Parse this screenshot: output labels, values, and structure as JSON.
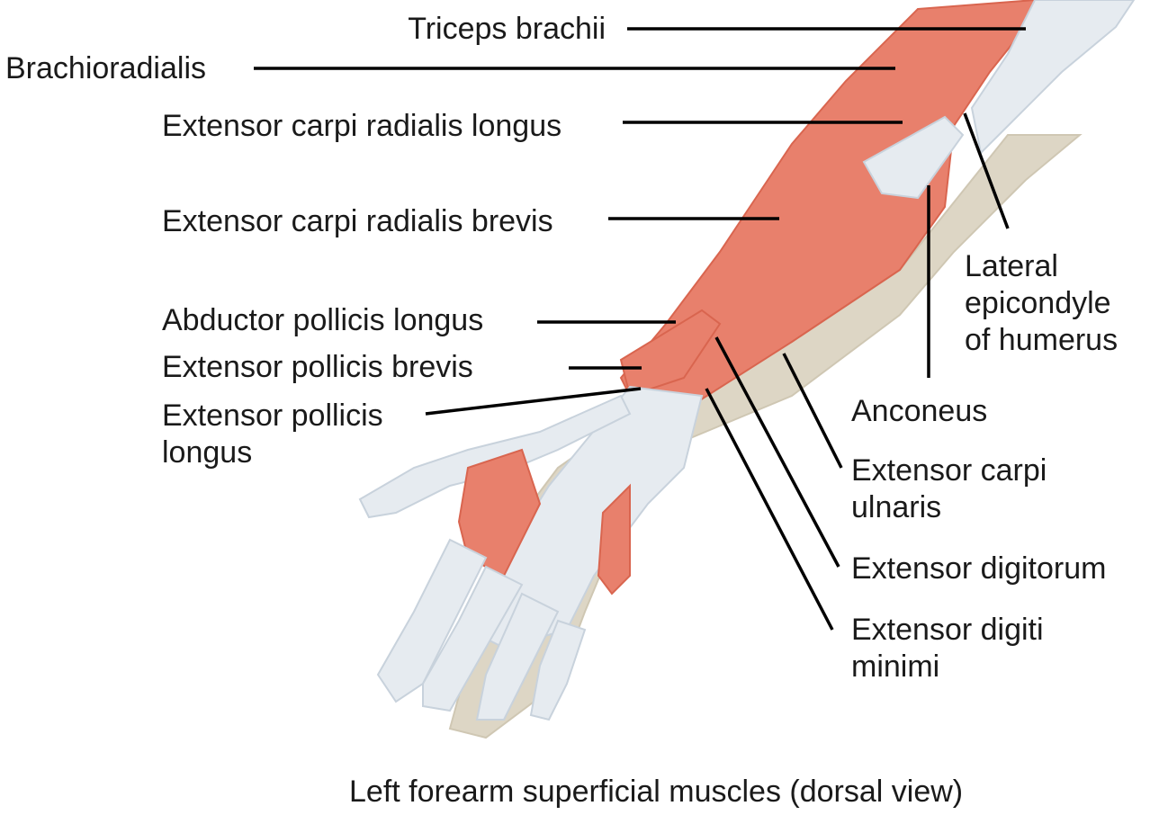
{
  "caption": "Left forearm superficial muscles (dorsal view)",
  "labels": {
    "triceps_brachii": "Triceps brachii",
    "brachioradialis": "Brachioradialis",
    "ext_carpi_rad_longus": "Extensor carpi radialis longus",
    "ext_carpi_rad_brevis": "Extensor carpi radialis brevis",
    "abductor_pollicis_longus": "Abductor pollicis longus",
    "ext_pollicis_brevis": "Extensor pollicis brevis",
    "ext_pollicis_longus": [
      "Extensor pollicis",
      "longus"
    ],
    "lateral_epicondyle": [
      "Lateral",
      "epicondyle",
      "of humerus"
    ],
    "anconeus": "Anconeus",
    "ext_carpi_ulnaris": [
      "Extensor carpi",
      "ulnaris"
    ],
    "ext_digitorum": "Extensor digitorum",
    "ext_digiti_minimi": [
      "Extensor digiti",
      "minimi"
    ]
  },
  "colors": {
    "muscle": "#e8806c",
    "muscle_dark": "#d9654f",
    "tendon": "#e6ebf0",
    "bone": "#ddd6c5",
    "leader": "#000000"
  }
}
